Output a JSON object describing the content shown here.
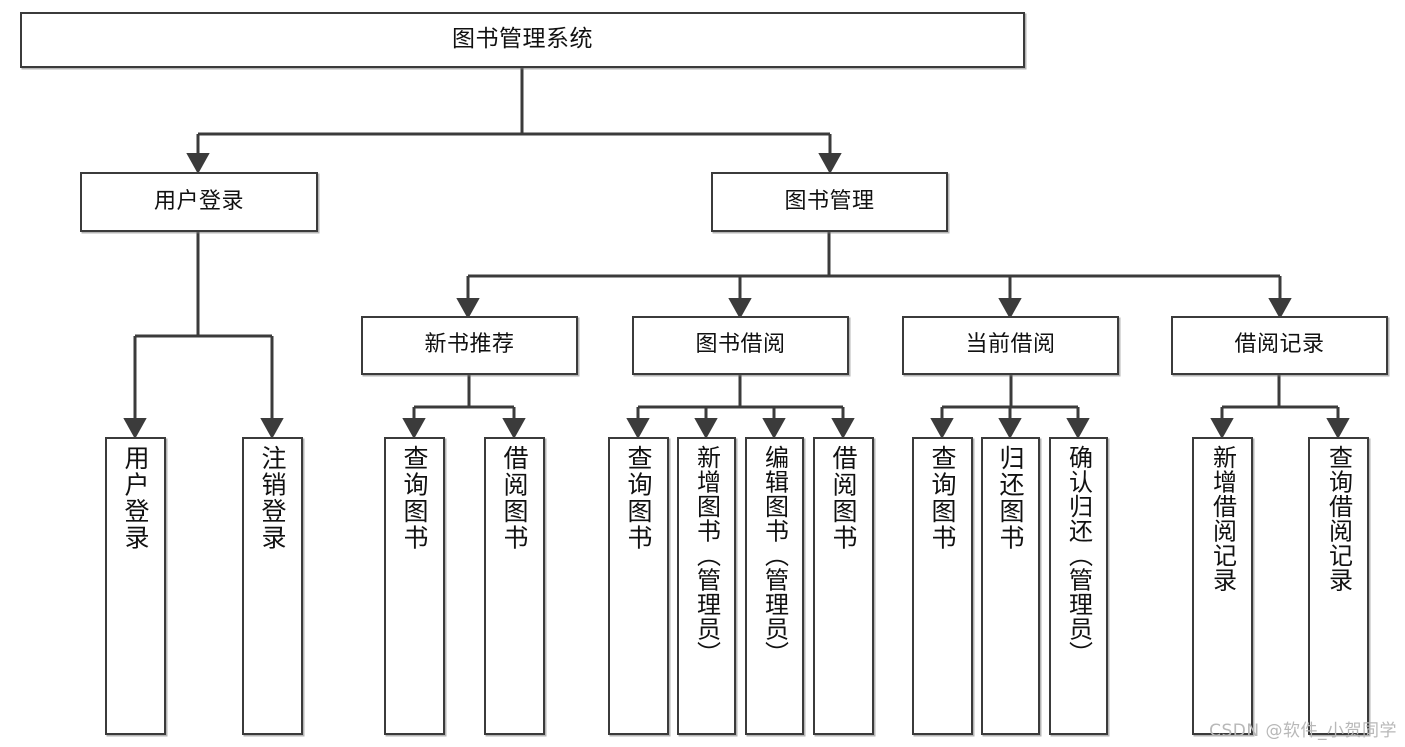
{
  "diagram": {
    "type": "tree",
    "title": "图书管理系统",
    "root": {
      "id": "root",
      "label": "图书管理系统"
    },
    "level2": [
      {
        "id": "user-login",
        "label": "用户登录"
      },
      {
        "id": "book-management",
        "label": "图书管理"
      }
    ],
    "level3": [
      {
        "id": "new-book-recommend",
        "label": "新书推荐",
        "parent": "book-management"
      },
      {
        "id": "book-borrow",
        "label": "图书借阅",
        "parent": "book-management"
      },
      {
        "id": "current-borrow",
        "label": "当前借阅",
        "parent": "book-management"
      },
      {
        "id": "borrow-record",
        "label": "借阅记录",
        "parent": "book-management"
      }
    ],
    "leaves": {
      "user_login": [
        {
          "id": "leaf-user-login",
          "label": "用户登录"
        },
        {
          "id": "leaf-logout-login",
          "label": "注销登录"
        }
      ],
      "new_book_recommend": [
        {
          "id": "leaf-query-book-1",
          "label": "查询图书"
        },
        {
          "id": "leaf-borrow-book-1",
          "label": "借阅图书"
        }
      ],
      "book_borrow": [
        {
          "id": "leaf-query-book-2",
          "label": "查询图书"
        },
        {
          "id": "leaf-add-book",
          "label": "新增图书（管理员）"
        },
        {
          "id": "leaf-edit-book",
          "label": "编辑图书（管理员）"
        },
        {
          "id": "leaf-borrow-book-2",
          "label": "借阅图书"
        }
      ],
      "current_borrow": [
        {
          "id": "leaf-query-book-3",
          "label": "查询图书"
        },
        {
          "id": "leaf-return-book",
          "label": "归还图书"
        },
        {
          "id": "leaf-confirm-return",
          "label": "确认归还（管理员）"
        }
      ],
      "borrow_record": [
        {
          "id": "leaf-add-record",
          "label": "新增借阅记录"
        },
        {
          "id": "leaf-query-record",
          "label": "查询借阅记录"
        }
      ]
    }
  },
  "watermark": {
    "text": "CSDN @软件_小贺同学"
  },
  "colors": {
    "box_border": "#3b3b3b",
    "box_fill": "#ffffff",
    "connector": "#3b3b3b",
    "text": "#111111",
    "watermark": "#b8b8b8",
    "background": "#ffffff"
  }
}
